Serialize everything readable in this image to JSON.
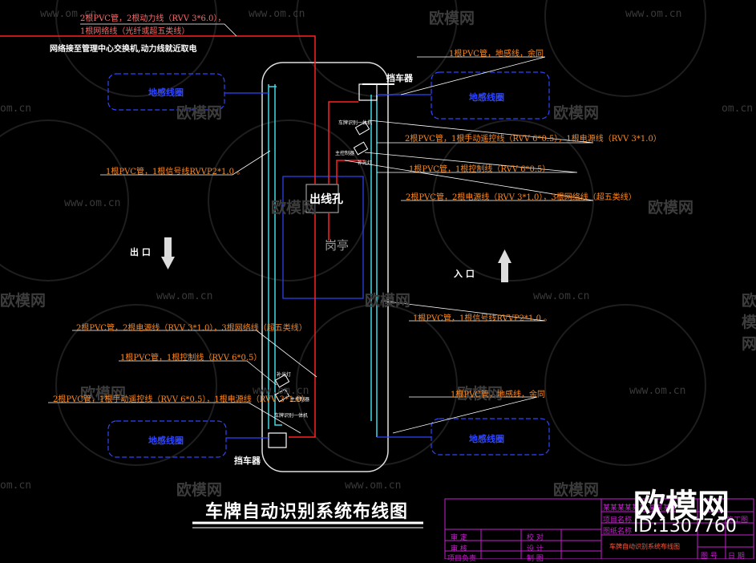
{
  "watermarks": {
    "site": "www.om.cn",
    "site_short": "om.cn",
    "logo": "欧模网"
  },
  "notes_top": {
    "line1": "2根PVC管，2根动力线（RVV 3*6.0），",
    "line2": "1根网络线（光纤或超五类线）",
    "line3": "网络接至管理中心交换机,动力线就近取电"
  },
  "notes_right": {
    "pvc_ground_coil": "1根PVC管，地感线，余同",
    "barrier_right": "挡车器",
    "power_control": "2根PVC管，1根手动遥控线（RVV 6*0.5），1根电源线（RVV 3*1.0）",
    "control_line": "1根PVC管，1根控制线（RVV 6*0.5）",
    "power_network": "2根PVC管，2根电源线（RVV 3*1.0），3根网络线（超五类线）",
    "signal_right": "1根PVC管，1根信号线RVVP2*1.0 。",
    "pvc_ground_coil_bottom": "1根PVC管，地感线，余同"
  },
  "notes_left": {
    "signal_left": "1根PVC管，1根信号线RVVP2*1.0 。",
    "power_network_left": "2根PVC管，2根电源线（RVV 3*1.0），3根网络线（超五类线）",
    "control_left": "1根PVC管，1根控制线（RVV 6*0.5）",
    "power_control_left": "2根PVC管，1根手动遥控线（RVV 6*0.5），1根电源线（RVV 3*1.0）",
    "barrier_left": "挡车器"
  },
  "small_labels": {
    "upper_device": "车牌识别一体机",
    "upper_controller": "主控制器",
    "upper_ctrl2": "补光灯",
    "lower_controller": "补光灯",
    "lower_main": "主控制器",
    "lower_device": "车牌识别一体机"
  },
  "zones": {
    "ground_sense": "地感线圈"
  },
  "directions": {
    "exit": "出  口",
    "entry": "入  口"
  },
  "booth": {
    "label": "岗亭",
    "cable_hole": "出线孔"
  },
  "title": "车牌自动识别系统布线图",
  "brand": {
    "logo": "欧模网",
    "id": "ID:1307760"
  },
  "title_block": {
    "r1": "某某某某某某 某某某某",
    "r2": "项目名称",
    "r3": "图纸名称",
    "name": "车牌自动识别系统布线图",
    "stamp": "施工图",
    "cells": [
      "审 定",
      "校 对",
      "审 核",
      "设 计",
      "项目负责",
      "制 图",
      "图 号",
      "日 期"
    ]
  },
  "colors": {
    "red": "#ff2020",
    "cyan": "#3fd9e6",
    "blue": "#2f45ff",
    "orange": "#ff8a1f",
    "magenta": "#c81fd0"
  }
}
